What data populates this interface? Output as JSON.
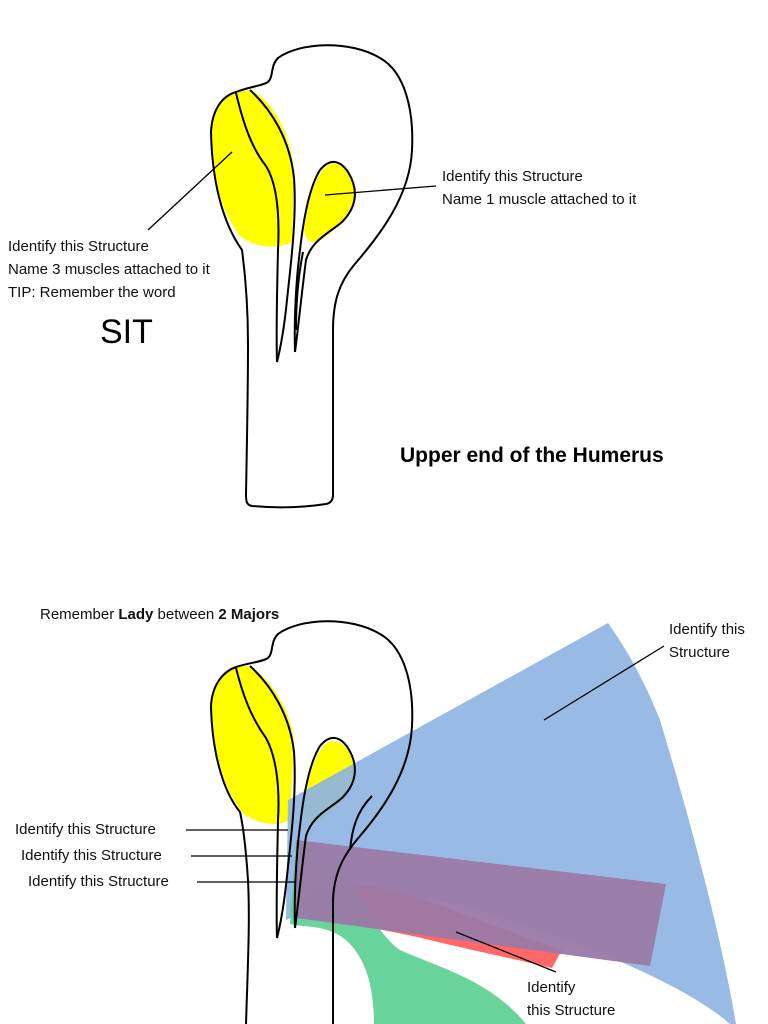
{
  "top": {
    "label_right_line1": "Identify this Structure",
    "label_right_line2": "Name 1 muscle attached to it",
    "label_left_line1": "Identify this Structure",
    "label_left_line2": "Name 3 muscles attached to it",
    "label_left_line3": "TIP: Remember the word",
    "mnemonic": "SIT",
    "title": "Upper end of the Humerus"
  },
  "bottom": {
    "remember_prefix": "Remember ",
    "remember_bold1": "Lady",
    "remember_middle": " between ",
    "remember_bold2": "2 Majors",
    "label_blue_line1": "Identify this",
    "label_blue_line2": "Structure",
    "label_groove_1": "Identify this Structure",
    "label_groove_2": "Identify this Structure",
    "label_groove_3": "Identify this Structure",
    "label_red_line1": "Identify",
    "label_red_line2": "this Structure"
  },
  "colors": {
    "tubercle_yellow": "#ffff00",
    "muscle_blue": "#8fb4e3",
    "muscle_purple": "#9b7aa6",
    "muscle_red": "#ff5a5a",
    "muscle_green": "#5ccf94",
    "outline": "#000000"
  }
}
